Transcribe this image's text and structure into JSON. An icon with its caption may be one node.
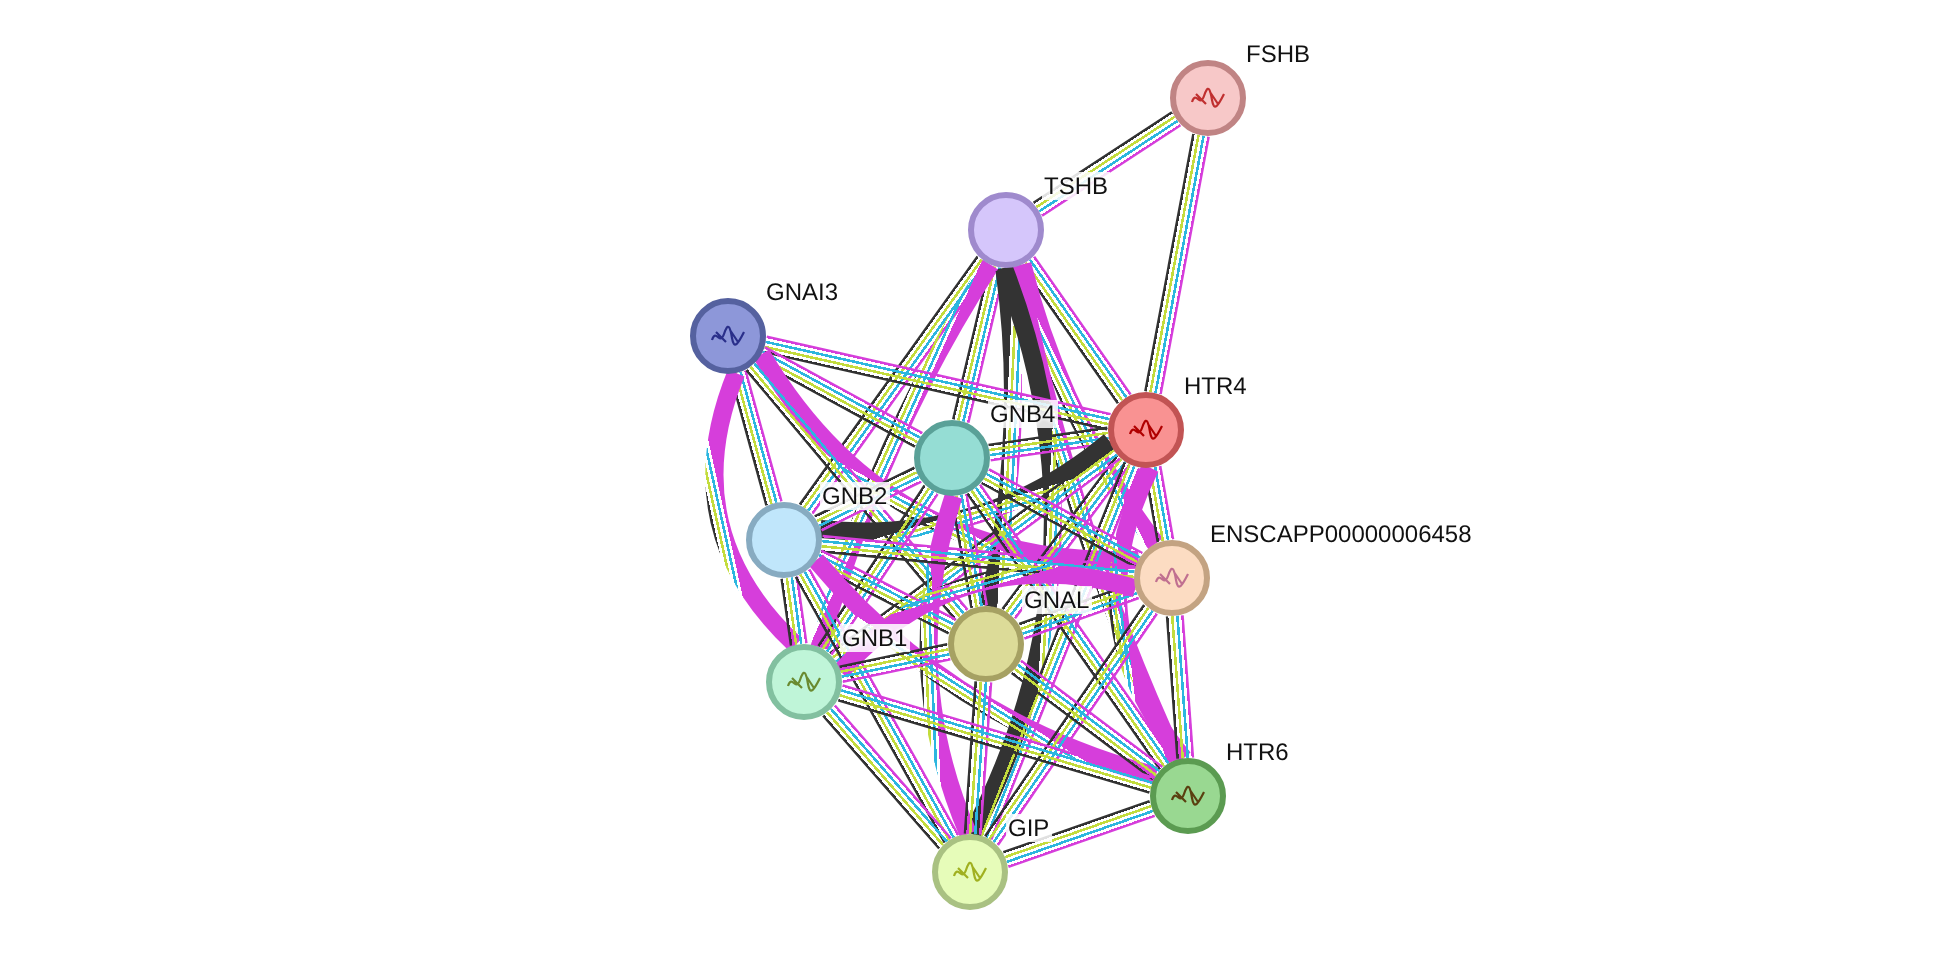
{
  "diagram": {
    "nodes": [
      {
        "text": [
          "FSHB"
        ]
      },
      {
        "text": [
          "TSHB"
        ]
      },
      {
        "text": [
          "GNAI3"
        ]
      },
      {
        "text": [
          "HTR4"
        ]
      },
      {
        "text": [
          "GNB4"
        ]
      },
      {
        "text": [
          "GNB2"
        ]
      },
      {
        "text": [
          "ENSCAPP00000006458"
        ]
      },
      {
        "text": [
          "GNAL"
        ]
      },
      {
        "text": [
          "GNB1"
        ]
      },
      {
        "text": [
          "HTR6"
        ]
      },
      {
        "text": [
          "GIP"
        ]
      }
    ],
    "edges": [
      {
        "from": 0,
        "to": 1,
        "arrow": "none"
      },
      {
        "from": 0,
        "to": 3,
        "arrow": "none"
      },
      {
        "from": 1,
        "to": 3,
        "arrow": "none"
      },
      {
        "from": 1,
        "to": 4,
        "arrow": "none"
      },
      {
        "from": 1,
        "to": 5,
        "arrow": "none"
      },
      {
        "from": 1,
        "to": 6,
        "arrow": "none"
      },
      {
        "from": 1,
        "to": 7,
        "arrow": "none"
      },
      {
        "from": 1,
        "to": 8,
        "arrow": "none"
      },
      {
        "from": 1,
        "to": 9,
        "arrow": "none"
      },
      {
        "from": 1,
        "to": 10,
        "arrow": "none"
      },
      {
        "from": 2,
        "to": 3,
        "arrow": "none"
      },
      {
        "from": 2,
        "to": 4,
        "arrow": "none"
      },
      {
        "from": 2,
        "to": 5,
        "arrow": "none"
      },
      {
        "from": 2,
        "to": 6,
        "arrow": "none"
      },
      {
        "from": 2,
        "to": 7,
        "arrow": "none"
      },
      {
        "from": 2,
        "to": 8,
        "arrow": "none"
      },
      {
        "from": 3,
        "to": 4,
        "arrow": "none"
      },
      {
        "from": 3,
        "to": 5,
        "arrow": "none"
      },
      {
        "from": 3,
        "to": 6,
        "arrow": "none"
      },
      {
        "from": 3,
        "to": 7,
        "arrow": "none"
      },
      {
        "from": 3,
        "to": 8,
        "arrow": "none"
      },
      {
        "from": 3,
        "to": 9,
        "arrow": "none"
      },
      {
        "from": 3,
        "to": 10,
        "arrow": "none"
      },
      {
        "from": 4,
        "to": 5,
        "arrow": "none"
      },
      {
        "from": 4,
        "to": 6,
        "arrow": "none"
      },
      {
        "from": 4,
        "to": 7,
        "arrow": "none"
      },
      {
        "from": 4,
        "to": 8,
        "arrow": "none"
      },
      {
        "from": 4,
        "to": 9,
        "arrow": "none"
      },
      {
        "from": 4,
        "to": 10,
        "arrow": "none"
      },
      {
        "from": 5,
        "to": 6,
        "arrow": "none"
      },
      {
        "from": 5,
        "to": 7,
        "arrow": "none"
      },
      {
        "from": 5,
        "to": 8,
        "arrow": "none"
      },
      {
        "from": 5,
        "to": 9,
        "arrow": "none"
      },
      {
        "from": 5,
        "to": 10,
        "arrow": "none"
      },
      {
        "from": 6,
        "to": 7,
        "arrow": "none"
      },
      {
        "from": 6,
        "to": 8,
        "arrow": "none"
      },
      {
        "from": 6,
        "to": 9,
        "arrow": "none"
      },
      {
        "from": 6,
        "to": 10,
        "arrow": "none"
      },
      {
        "from": 7,
        "to": 8,
        "arrow": "none"
      },
      {
        "from": 7,
        "to": 9,
        "arrow": "none"
      },
      {
        "from": 7,
        "to": 10,
        "arrow": "none"
      },
      {
        "from": 8,
        "to": 9,
        "arrow": "none"
      },
      {
        "from": 8,
        "to": 10,
        "arrow": "none"
      },
      {
        "from": 9,
        "to": 10,
        "arrow": "none"
      }
    ]
  }
}
